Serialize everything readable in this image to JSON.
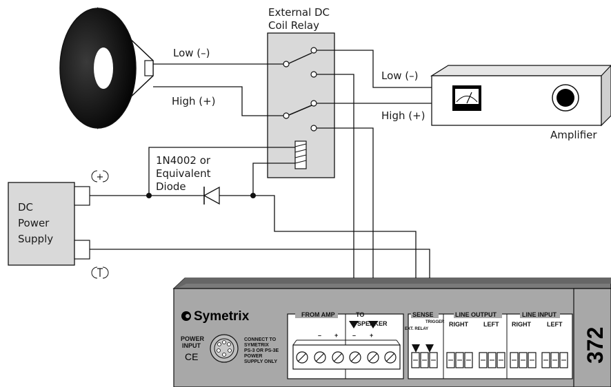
{
  "labels": {
    "relay": [
      "External DC",
      "Coil Relay"
    ],
    "low_left": "Low (–)",
    "high_left": "High (+)",
    "low_right": "Low (–)",
    "high_right": "High (+)",
    "amplifier": "Amplifier",
    "diode": [
      "1N4002 or",
      "Equivalent",
      "Diode"
    ],
    "power_supply": [
      "DC",
      "Power",
      "Supply"
    ],
    "plus": "+",
    "minus": "–"
  },
  "device": {
    "brand": "Symetrix",
    "model": "372",
    "power_input": [
      "POWER",
      "INPUT"
    ],
    "ce": "CE",
    "connect_note": [
      "CONNECT TO",
      "SYMETRIX",
      "PS-3 OR PS-3E",
      "POWER",
      "SUPPLY ONLY"
    ],
    "from_amp": "FROM AMP",
    "to_speaker": [
      "TO",
      "SPEAKER"
    ],
    "sense": "SENSE",
    "ext_relay": "EXT. RELAY",
    "trigger": "TRIGGER",
    "line_output": "LINE OUTPUT",
    "line_input": "LINE INPUT",
    "right": "RIGHT",
    "left": "LEFT",
    "minus": "–",
    "plus": "+"
  }
}
